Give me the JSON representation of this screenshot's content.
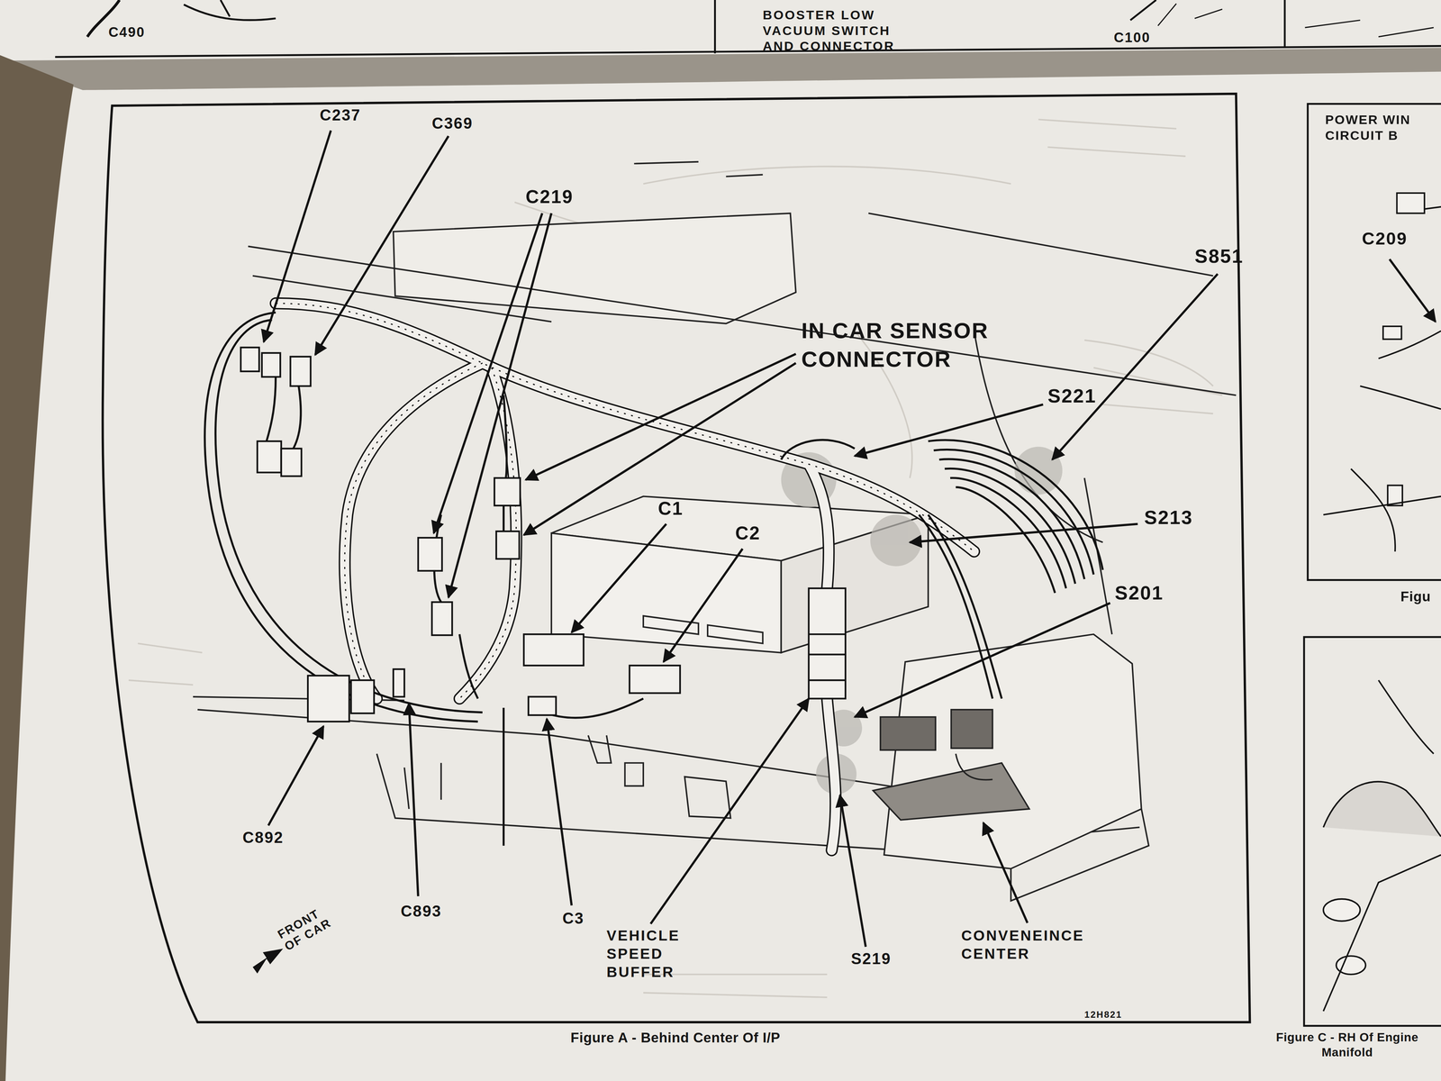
{
  "diagram": {
    "nodes": [
      {
        "text": [
          "Figure A - Behind Center Of I/P"
        ]
      },
      {
        "text": [
          "POWER WIN CIRCUIT B",
          "Figu"
        ]
      },
      {
        "text": [
          "Figure C - RH Of Engine Manifold"
        ]
      }
    ],
    "labels": [
      "C490",
      "BOOSTER LOW VACUUM SWITCH AND CONNECTOR",
      "C100",
      "C237",
      "C369",
      "C219",
      "IN CAR SENSOR CONNECTOR",
      "S851",
      "S221",
      "C1",
      "C2",
      "S213",
      "S201",
      "C892",
      "C893",
      "C3",
      "VEHICLE SPEED BUFFER",
      "S219",
      "CONVENEINCE CENTER",
      "FRONT OF CAR",
      "12H821",
      "C209"
    ]
  }
}
